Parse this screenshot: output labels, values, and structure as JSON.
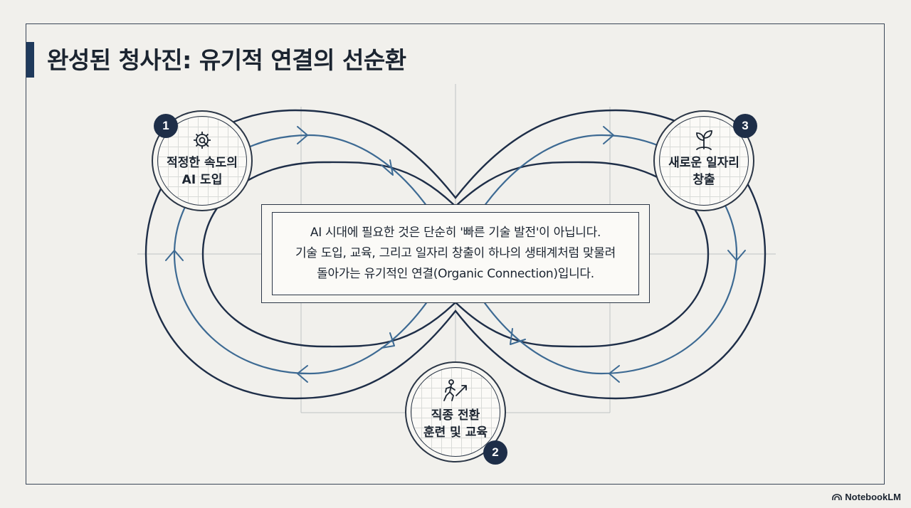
{
  "title": "완성된 청사진: 유기적 연결의 선순환",
  "center_text": {
    "line1": "AI 시대에 필요한 것은 단순히 '빠른 기술 발전'이 아닙니다.",
    "line2": "기술 도입, 교육, 그리고 일자리 창출이 하나의 생태계처럼 맞물려",
    "line3": "돌아가는 유기적인 연결(Organic Connection)입니다."
  },
  "nodes": [
    {
      "number": "1",
      "line1": "적정한 속도의",
      "line2": "AI 도입",
      "icon": "gear-icon"
    },
    {
      "number": "2",
      "line1": "직종 전환",
      "line2": "훈련 및 교육",
      "icon": "climbing-person-icon"
    },
    {
      "number": "3",
      "line1": "새로운 일자리",
      "line2": "창출",
      "icon": "sprout-icon"
    }
  ],
  "brand": "NotebookLM",
  "colors": {
    "navy": "#1e2e48",
    "flow_blue": "#3d6a93",
    "ink": "#1b2430",
    "background": "#f1f0ec"
  }
}
